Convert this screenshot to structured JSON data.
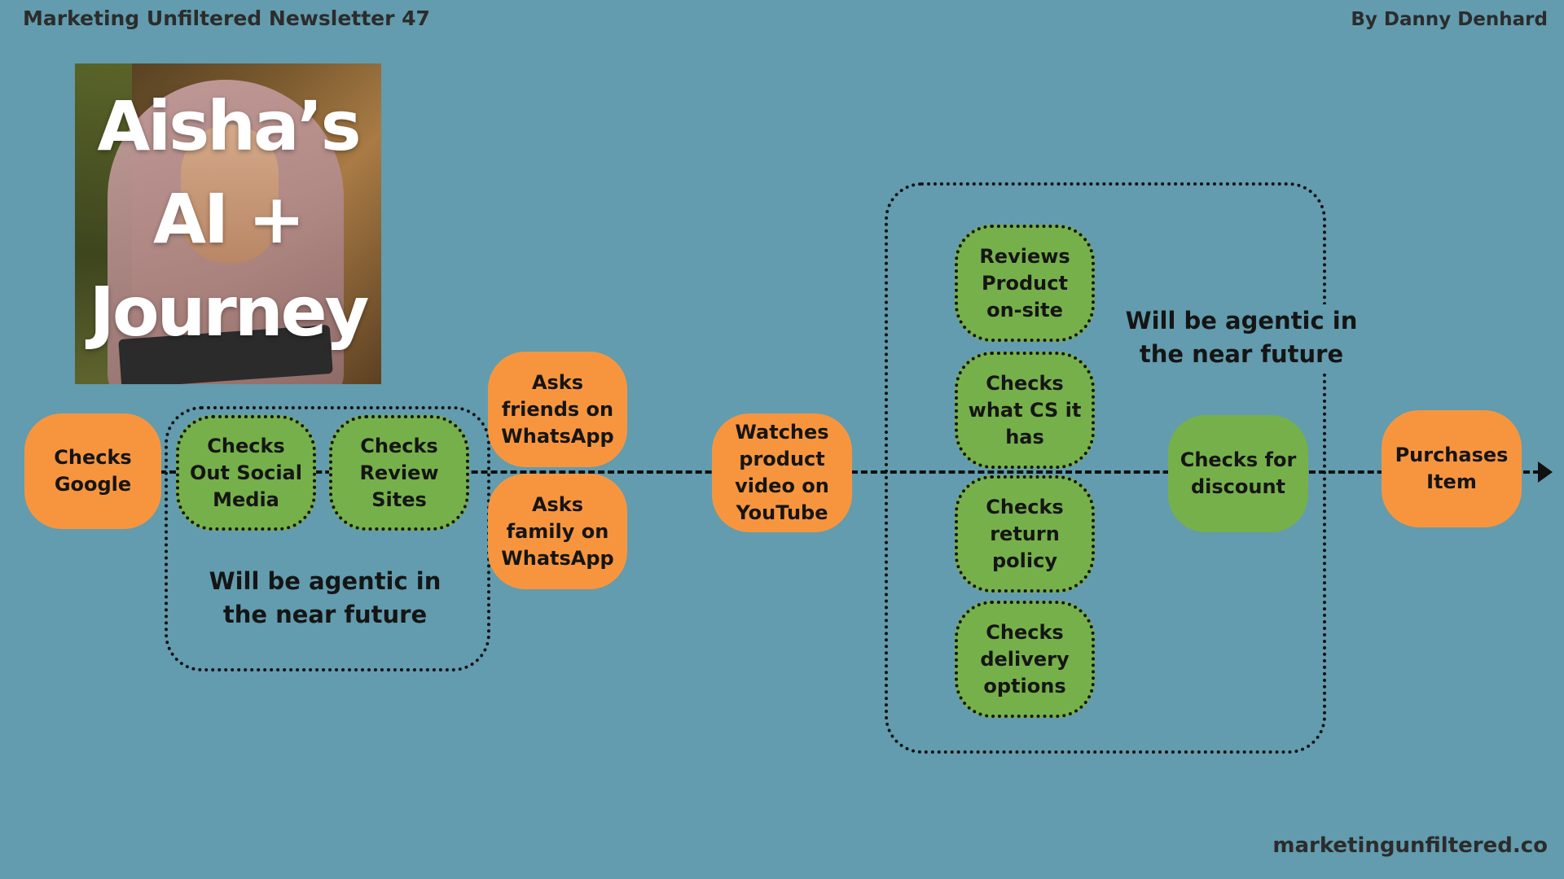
{
  "header": {
    "title": "Marketing Unfiltered Newsletter 47",
    "author": "By Danny Denhard"
  },
  "footer": {
    "website": "marketingunfiltered.co"
  },
  "persona": {
    "title_lines": [
      "Aisha’s",
      "AI +",
      "Journey"
    ]
  },
  "diagram": {
    "nodes": [
      {
        "id": "checks-google",
        "label": "Checks Google",
        "color": "#f7953f",
        "style": "solid"
      },
      {
        "id": "checks-social",
        "label": "Checks Out Social Media",
        "color": "#76b04b",
        "style": "dotted"
      },
      {
        "id": "checks-review",
        "label": "Checks Review Sites",
        "color": "#76b04b",
        "style": "dotted"
      },
      {
        "id": "asks-friends",
        "label": "Asks friends on WhatsApp",
        "color": "#f7953f",
        "style": "solid"
      },
      {
        "id": "asks-family",
        "label": "Asks family on WhatsApp",
        "color": "#f7953f",
        "style": "solid"
      },
      {
        "id": "watches-video",
        "label": "Watches product video on YouTube",
        "color": "#f7953f",
        "style": "solid"
      },
      {
        "id": "reviews-product",
        "label": "Reviews Product on-site",
        "color": "#76b04b",
        "style": "dotted"
      },
      {
        "id": "checks-cs",
        "label": "Checks what CS it has",
        "color": "#76b04b",
        "style": "dotted"
      },
      {
        "id": "checks-return",
        "label": "Checks return policy",
        "color": "#76b04b",
        "style": "dotted"
      },
      {
        "id": "checks-delivery",
        "label": "Checks delivery options",
        "color": "#76b04b",
        "style": "dotted"
      },
      {
        "id": "checks-discount",
        "label": "Checks for discount",
        "color": "#76b04b",
        "style": "solid"
      },
      {
        "id": "purchases-item",
        "label": "Purchases Item",
        "color": "#f7953f",
        "style": "solid"
      }
    ],
    "groups": [
      {
        "id": "group-1",
        "note": "Will be agentic in the near future"
      },
      {
        "id": "group-2",
        "note": "Will be agentic in the near future"
      }
    ],
    "background_color": "#629cae"
  }
}
